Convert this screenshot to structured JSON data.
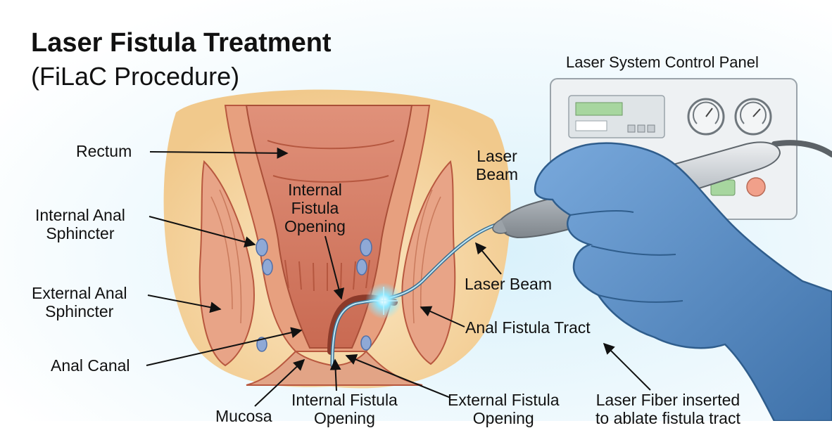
{
  "title": "Laser Fistula Treatment",
  "subtitle": "(FiLaC Procedure)",
  "panel": {
    "title": "Laser System Control Panel"
  },
  "labels": {
    "rectum": "Rectum",
    "internal_sphincter": [
      "Internal Anal",
      "Sphincter"
    ],
    "external_sphincter": [
      "External Anal",
      "Sphincter"
    ],
    "anal_canal": "Anal Canal",
    "mucosa": "Mucosa",
    "internal_opening_top": [
      "Internal",
      "Fistula",
      "Opening"
    ],
    "internal_opening_bottom": [
      "Internal Fistula",
      "Opening"
    ],
    "external_opening": [
      "External Fistula",
      "Opening"
    ],
    "laser_beam_top": [
      "Laser",
      "Beam"
    ],
    "laser_beam": "Laser Beam",
    "fistula_tract": "Anal Fistula Tract",
    "laser_fiber": [
      "Laser Fiber inserted",
      "to ablate fistula tract"
    ]
  },
  "colors": {
    "tissue": "#d9826a",
    "tissue_dark": "#b8583f",
    "muscle": "#e7a07f",
    "fat": "#f4d6a3",
    "glove": "#5d93cc",
    "glove_dark": "#3f72aa",
    "device": "#c6cbd0",
    "laser_glow": "#7fe3ff",
    "panel_bg": "#e8ecee",
    "panel_screen": "#9fd29a"
  }
}
